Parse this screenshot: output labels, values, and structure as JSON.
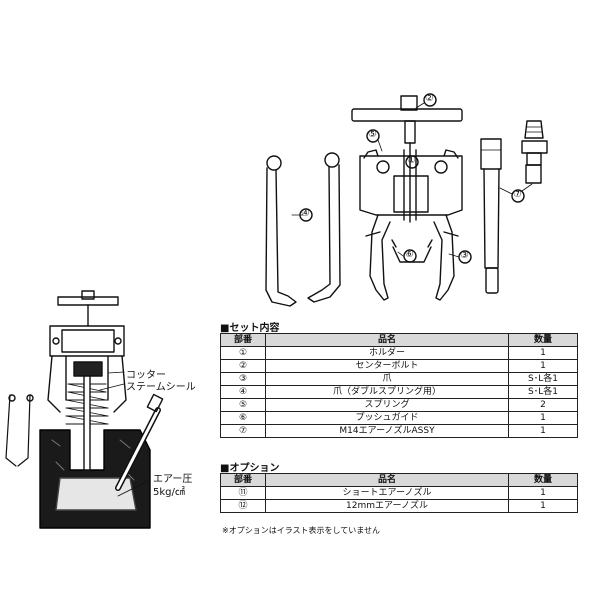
{
  "callouts": {
    "n1": "①",
    "n2": "②",
    "n3": "③",
    "n4": "④",
    "n5": "⑤",
    "n6": "⑥",
    "n7": "⑦"
  },
  "inset_labels": {
    "cotter": "コッター",
    "stem_seal": "ステームシール",
    "air_pressure": "エアー圧",
    "pressure_value": "5kg/㎠"
  },
  "set_contents": {
    "title": "■セット内容",
    "headers": {
      "part_no": "部番",
      "name": "品名",
      "qty": "数量"
    },
    "rows": [
      {
        "part_no": "①",
        "name": "ホルダー",
        "qty": "1"
      },
      {
        "part_no": "②",
        "name": "センターボルト",
        "qty": "1"
      },
      {
        "part_no": "③",
        "name": "爪",
        "qty": "S･L各1"
      },
      {
        "part_no": "④",
        "name": "爪（ダブルスプリング用）",
        "qty": "S･L各1"
      },
      {
        "part_no": "⑤",
        "name": "スプリング",
        "qty": "2"
      },
      {
        "part_no": "⑥",
        "name": "プッシュガイド",
        "qty": "1"
      },
      {
        "part_no": "⑦",
        "name": "M14エアーノズルASSY",
        "qty": "1"
      }
    ]
  },
  "options": {
    "title": "■オプション",
    "headers": {
      "part_no": "部番",
      "name": "品名",
      "qty": "数量"
    },
    "rows": [
      {
        "part_no": "⑪",
        "name": "ショートエアーノズル",
        "qty": "1"
      },
      {
        "part_no": "⑫",
        "name": "12mmエアーノズル",
        "qty": "1"
      }
    ]
  },
  "note": "※オプションはイラスト表示をしていません"
}
